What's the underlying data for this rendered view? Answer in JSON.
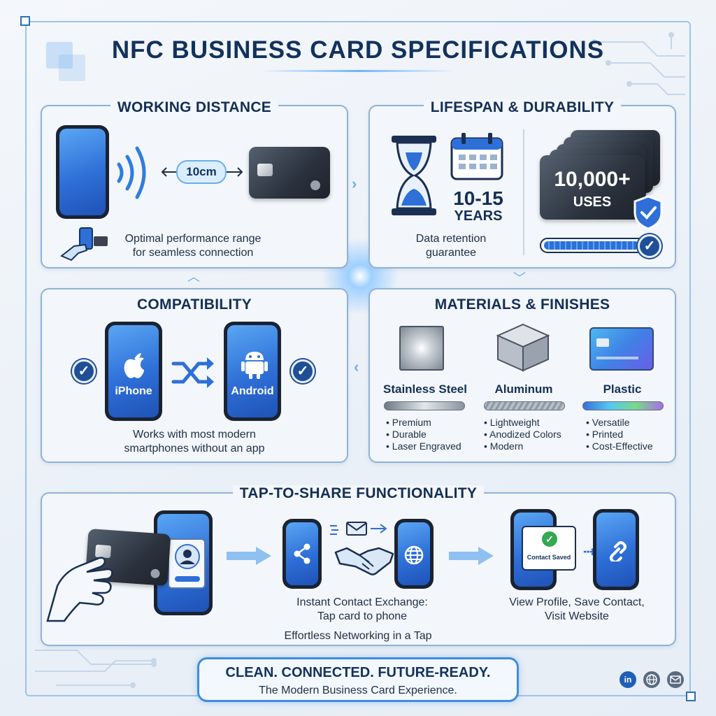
{
  "title": "NFC BUSINESS CARD SPECIFICATIONS",
  "working_distance": {
    "title": "WORKING DISTANCE",
    "distance": "10cm",
    "caption_line1": "Optimal performance range",
    "caption_line2": "for seamless connection"
  },
  "lifespan": {
    "title": "LIFESPAN & DURABILITY",
    "years_value": "10-15",
    "years_unit": "YEARS",
    "uses_value": "10,000+",
    "uses_unit": "USES",
    "caption_line1": "Data retention",
    "caption_line2": "guarantee"
  },
  "compatibility": {
    "title": "COMPATIBILITY",
    "phone_left": "iPhone",
    "phone_right": "Android",
    "caption_line1": "Works with most modern",
    "caption_line2": "smartphones without an app"
  },
  "materials": {
    "title": "MATERIALS & FINISHES",
    "items": [
      {
        "name": "Stainless Steel",
        "bullets": [
          "Premium",
          "Durable",
          "Laser Engraved"
        ]
      },
      {
        "name": "Aluminum",
        "bullets": [
          "Lightweight",
          "Anodized Colors",
          "Modern"
        ]
      },
      {
        "name": "Plastic",
        "bullets": [
          "Versatile",
          "Printed",
          "Cost-Effective"
        ]
      }
    ]
  },
  "tap_to_share": {
    "title": "TAP-TO-SHARE FUNCTIONALITY",
    "step2_line1": "Instant Contact Exchange:",
    "step2_line2": "Tap card to phone",
    "step3_line1": "View Profile, Save Contact,",
    "step3_line2": "Visit Website",
    "contact_saved": "Contact Saved",
    "tagline": "Effortless Networking in a Tap"
  },
  "footer": {
    "headline": "CLEAN. CONNECTED. FUTURE-READY.",
    "subline": "The Modern Business Card Experience.",
    "linkedin": "in"
  },
  "colors": {
    "accent": "#2e6fd8",
    "navy": "#12325d",
    "panel_border": "#8fb2d8"
  },
  "icons": [
    "apple-icon",
    "android-icon",
    "shuffle-icon",
    "check-icon",
    "hourglass-icon",
    "calendar-icon",
    "shield-check-icon",
    "share-icon",
    "handshake-icon",
    "globe-icon",
    "link-icon",
    "mail-icon",
    "user-icon",
    "nfc-wave-icon"
  ]
}
